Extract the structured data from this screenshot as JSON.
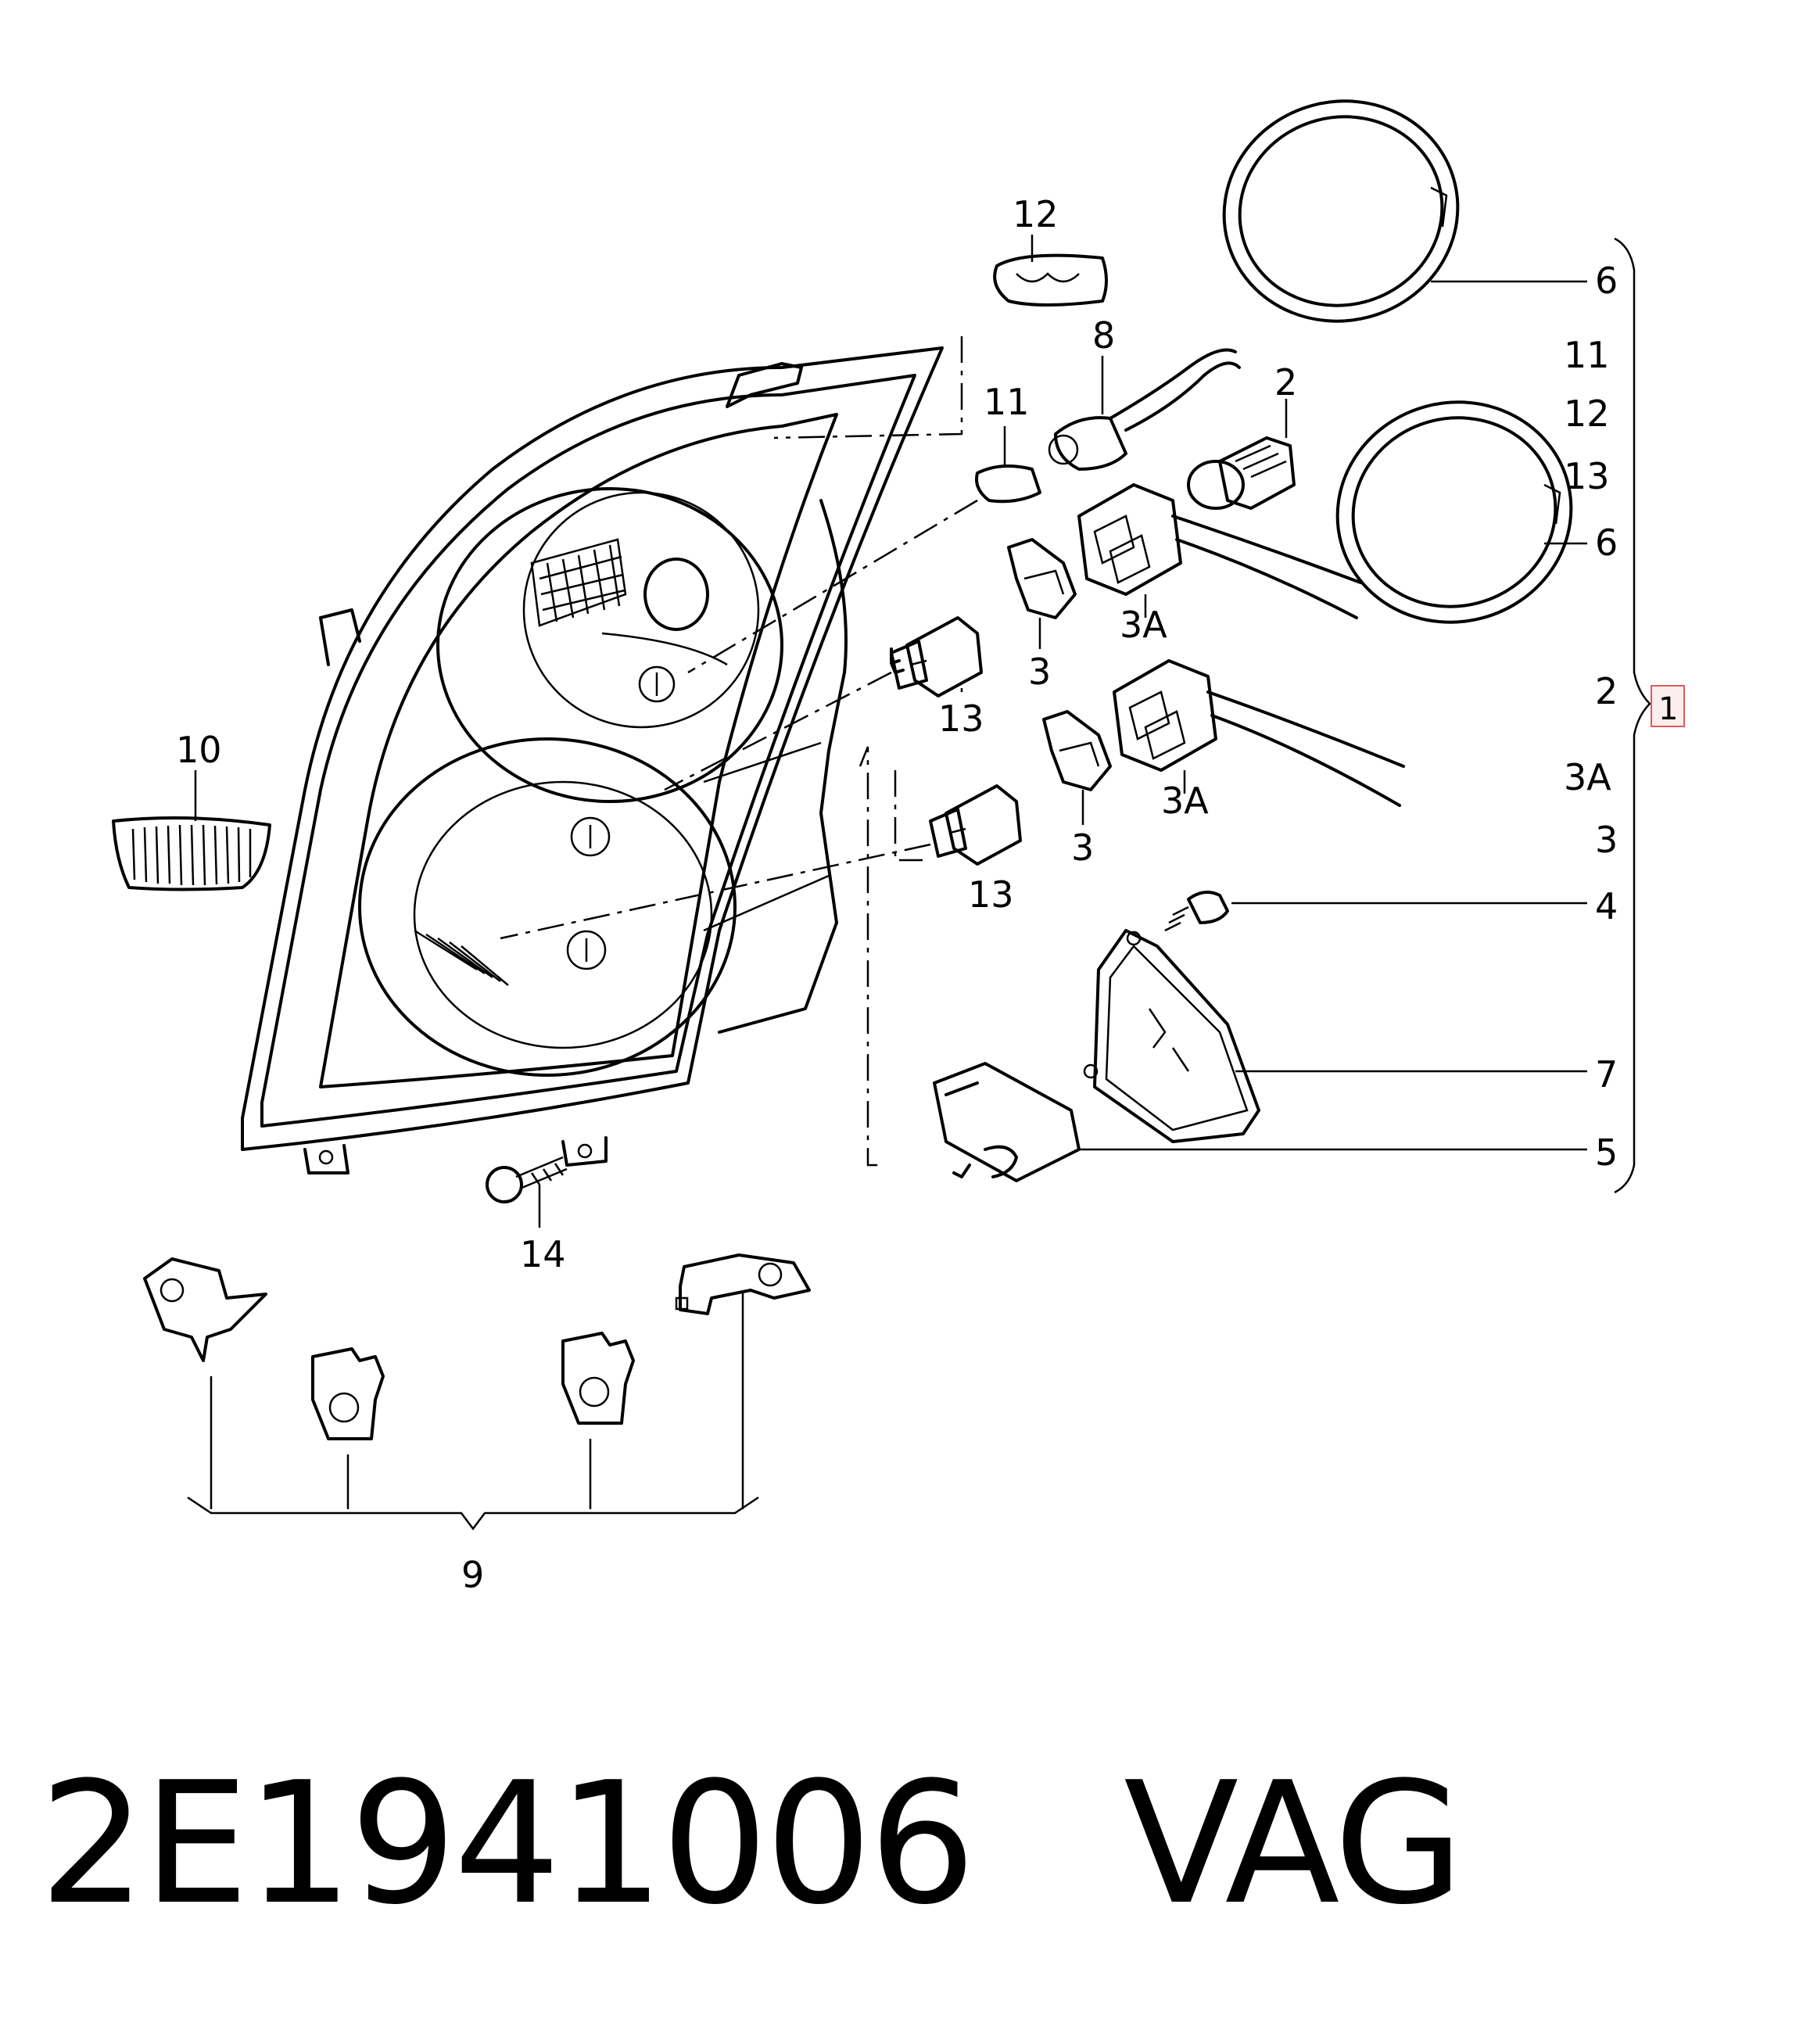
{
  "labels": {
    "l12": "12",
    "l8": "8",
    "l2": "2",
    "l11": "11",
    "l10": "10",
    "l3a": "3A",
    "l3b": "3",
    "l13a": "13",
    "l3ab": "3A",
    "l3c": "3",
    "l13b": "13",
    "l14": "14",
    "l9": "9",
    "r6a": "6",
    "r11": "11",
    "r12": "12",
    "r13": "13",
    "r6b": "6",
    "r2": "2",
    "r1": "1",
    "r3a": "3A",
    "r3": "3",
    "r4": "4",
    "r7": "7",
    "r5": "5"
  },
  "footer": {
    "part_number": "2E1941006",
    "brand": "VAG"
  },
  "colors": {
    "line": "#000000",
    "highlight_box": "#e05a5a",
    "highlight_fill": "#fdeeee"
  }
}
